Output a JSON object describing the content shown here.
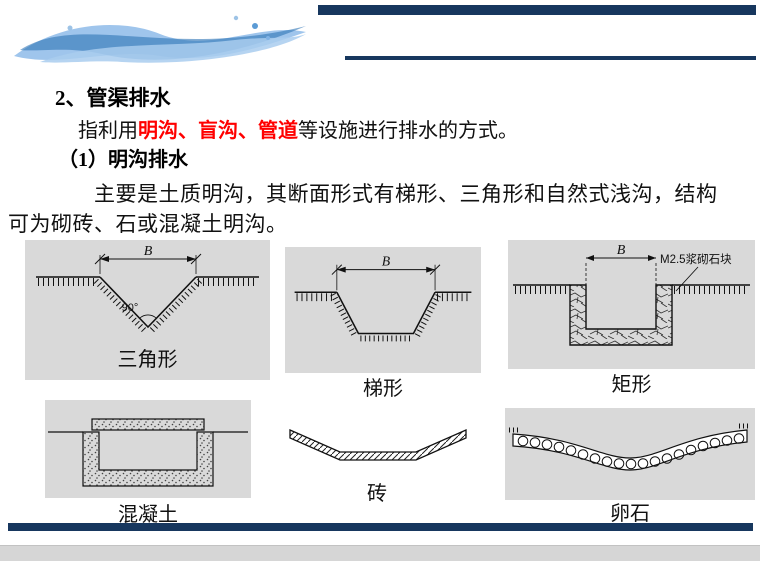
{
  "slide": {
    "title": "2、管渠排水",
    "intro": {
      "prefix": "指利用",
      "highlight": "明沟、盲沟、管道",
      "suffix": "等设施进行排水的方式。"
    },
    "subtitle": "（1）明沟排水",
    "body_line1": "主要是土质明沟，其断面形式有梯形、三角形和自然式浅沟，结构",
    "body_line2": "可为砌砖、石或混凝土明沟。"
  },
  "diagrams": {
    "triangular": {
      "caption": "三角形",
      "dim_label": "B",
      "angle_label": "90°"
    },
    "trapezoid": {
      "caption": "梯形",
      "dim_label": "B"
    },
    "rectangular": {
      "caption": "矩形",
      "dim_label": "B",
      "note": "M2.5浆砌石块"
    },
    "concrete": {
      "caption": "混凝土"
    },
    "brick": {
      "caption": "砖"
    },
    "cobble": {
      "caption": "卵石"
    }
  },
  "colors": {
    "accent_bar": "#17375E",
    "highlight_text": "#FF0000",
    "panel_bg": "#D9D9D9"
  }
}
